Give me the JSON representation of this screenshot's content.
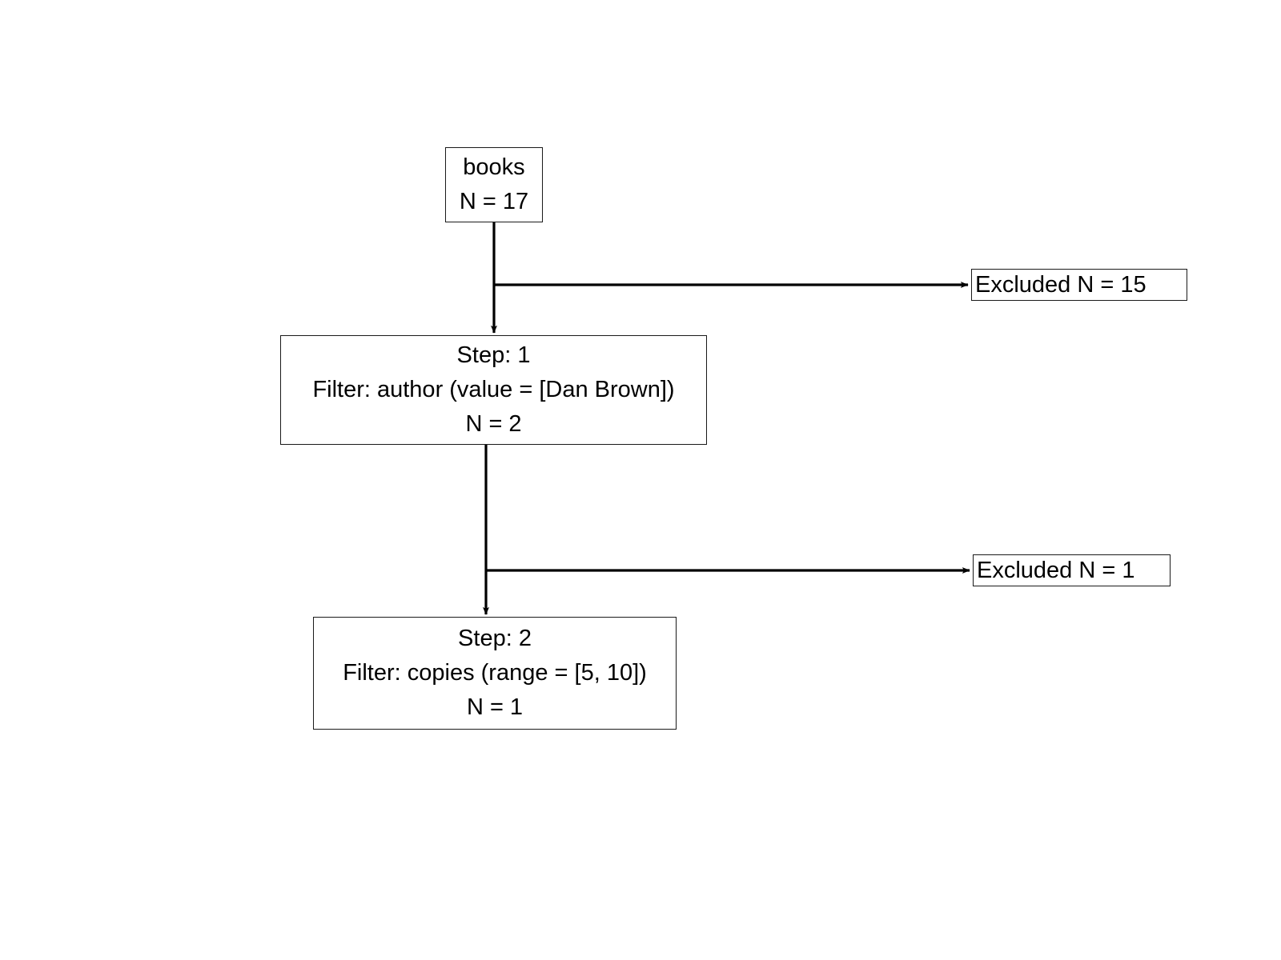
{
  "diagram": {
    "type": "flowchart",
    "title": "",
    "orientation": "top-down with side exclusion branches",
    "background_color": "#ffffff",
    "stroke_color": "#1a1a1a",
    "text_color": "#000000",
    "nodes": {
      "source": {
        "label": "books",
        "count_label": "N = 17",
        "n": 17
      },
      "step_1": {
        "step_label": "Step: 1",
        "filter_label": "Filter: author (value = [Dan Brown])",
        "count_label": "N = 2",
        "step": 1,
        "filter_field": "author",
        "filter_kind": "value",
        "filter_value": "[Dan Brown]",
        "n": 2
      },
      "step_2": {
        "step_label": "Step: 2",
        "filter_label": "Filter: copies (range = [5, 10])",
        "count_label": "N = 1",
        "step": 2,
        "filter_field": "copies",
        "filter_kind": "range",
        "filter_value": "[5, 10]",
        "n": 1
      },
      "excluded_1": {
        "label": "Excluded N = 15",
        "n": 15
      },
      "excluded_2": {
        "label": "Excluded N = 1",
        "n": 1
      }
    },
    "edges": [
      {
        "from": "source",
        "to": "step_1",
        "kind": "main-flow-arrow"
      },
      {
        "from": "source",
        "to": "excluded_1",
        "kind": "exclusion-branch-arrow"
      },
      {
        "from": "step_1",
        "to": "step_2",
        "kind": "main-flow-arrow"
      },
      {
        "from": "step_1",
        "to": "excluded_2",
        "kind": "exclusion-branch-arrow"
      }
    ]
  }
}
